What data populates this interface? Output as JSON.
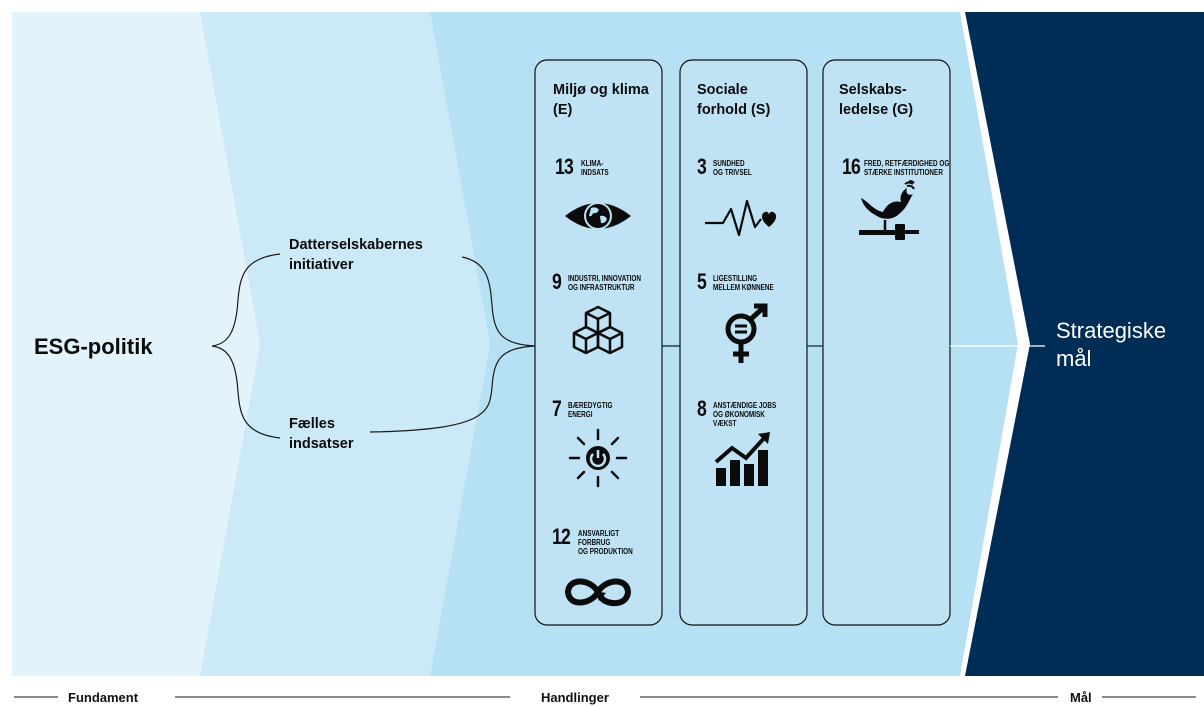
{
  "source": {
    "label": "ESG-politik"
  },
  "branches": [
    {
      "label": "Datterselskabernes initiativer"
    },
    {
      "label": "Fælles indsatser"
    }
  ],
  "columns": [
    {
      "title": "Miljø og klima (E)",
      "goals": [
        {
          "number": "13",
          "label": "KLIMA-\nINDSATS",
          "icon": "eye-globe-icon"
        },
        {
          "number": "9",
          "label": "INDUSTRI, INNOVATION\nOG INFRASTRUKTUR",
          "icon": "cubes-icon"
        },
        {
          "number": "7",
          "label": "BÆREDYGTIG\nENERGI",
          "icon": "sun-power-icon"
        },
        {
          "number": "12",
          "label": "ANSVARLIGT\nFORBRUG\nOG PRODUKTION",
          "icon": "infinity-loop-icon"
        }
      ]
    },
    {
      "title": "Sociale forhold (S)",
      "goals": [
        {
          "number": "3",
          "label": "SUNDHED\nOG TRIVSEL",
          "icon": "heartbeat-icon"
        },
        {
          "number": "5",
          "label": "LIGESTILLING\nMELLEM KØNNENE",
          "icon": "gender-equality-icon"
        },
        {
          "number": "8",
          "label": "ANSTÆNDIGE JOBS\nOG ØKONOMISK\nVÆKST",
          "icon": "growth-chart-icon"
        }
      ]
    },
    {
      "title": "Selskabs-ledelse (G)",
      "goals": [
        {
          "number": "16",
          "label": "FRED, RETFÆRDIGHED OG\nSTÆRKE INSTITUTIONER",
          "icon": "dove-gavel-icon"
        }
      ]
    }
  ],
  "target": {
    "label": "Strategiske mål"
  },
  "footer": [
    {
      "label": "Fundament"
    },
    {
      "label": "Handlinger"
    },
    {
      "label": "Mål"
    }
  ],
  "colors": {
    "band1": "#e3f3fb",
    "band2": "#cce9f7",
    "band3": "#b6e0f4",
    "card": "#bfe3f5",
    "navy": "#002d56",
    "line": "#1a1a1a"
  }
}
